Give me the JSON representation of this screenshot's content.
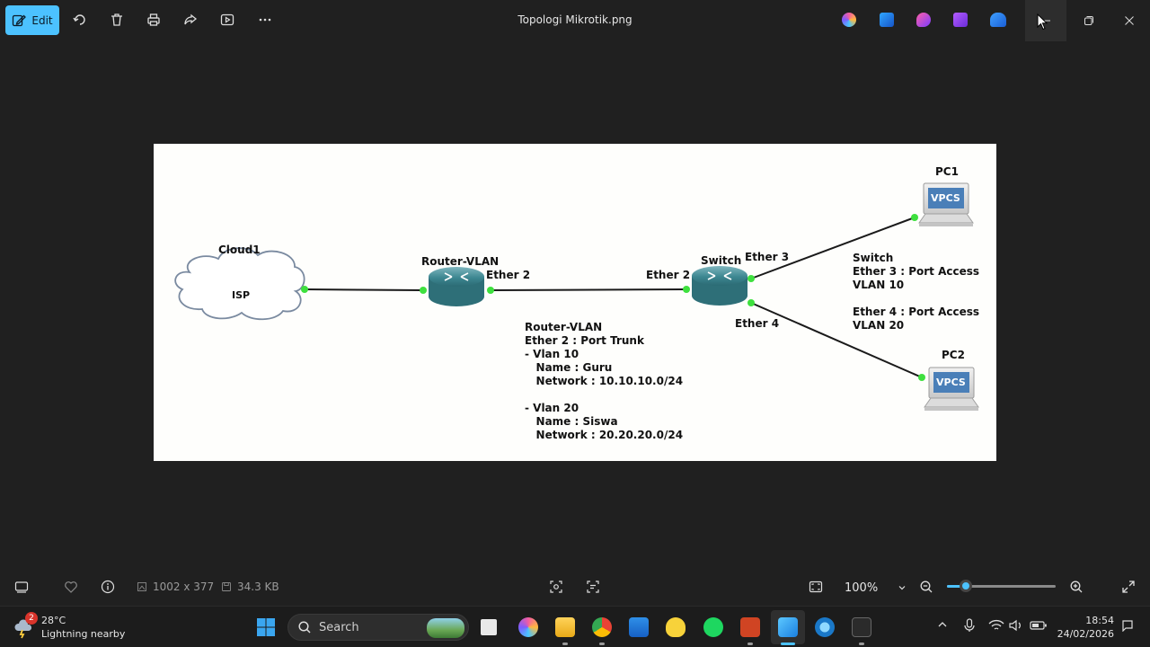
{
  "toolbar": {
    "edit_label": "Edit",
    "icons": [
      "rotate-icon",
      "delete-icon",
      "print-icon",
      "share-icon",
      "slideshow-icon",
      "more-icon"
    ]
  },
  "window": {
    "title": "Topologi Mikrotik.png"
  },
  "colors": {
    "accent": "#4cc2ff",
    "background": "#202020",
    "port_dot": "#3ee03e"
  },
  "diagram": {
    "cloud_label": "Cloud1",
    "cloud_text": "ISP",
    "router_label": "Router-VLAN",
    "router_port": "Ether 2",
    "switch_in_port": "Ether 2",
    "switch_label": "Switch",
    "switch_port3": "Ether 3",
    "switch_port4": "Ether 4",
    "pc1_label": "PC1",
    "pc2_label": "PC2",
    "vpcs_text": "VPCS",
    "router_notes": "Router-VLAN\nEther 2 : Port Trunk\n- Vlan 10\n   Name : Guru\n   Network : 10.10.10.0/24\n\n- Vlan 20\n   Name : Siswa\n   Network : 20.20.20.0/24",
    "switch_notes": "Switch\nEther 3 : Port Access\nVLAN 10\n\nEther 4 : Port Access\nVLAN 20"
  },
  "statusbar": {
    "dimensions": "1002 x 377",
    "file_size": "34.3 KB",
    "zoom": "100%",
    "zoom_slider_fraction": 0.17
  },
  "taskbar": {
    "weather_badge": "2",
    "temperature": "28°C",
    "weather_text": "Lightning nearby",
    "search_placeholder": "Search",
    "time": "18:54",
    "date": "24/02/2026"
  }
}
